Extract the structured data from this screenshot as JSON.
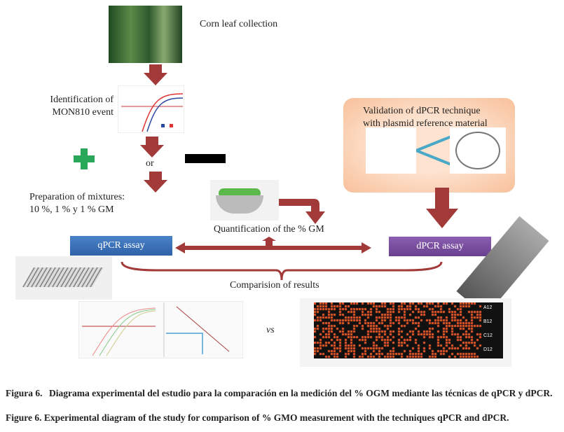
{
  "steps": {
    "collection": "Corn leaf collection",
    "identification": "Identification of\nMON810 event",
    "or": "or",
    "preparation_line1": "Preparation of mixtures:",
    "preparation_line2": "10 %, 1 % y 1 % GM",
    "quantification": "Quantification of the % GM",
    "validation_line1": "Validation of dPCR technique",
    "validation_line2": "with plasmid reference material",
    "qpcr": "qPCR assay",
    "dpcr": "dPCR assay",
    "comparison": "Comparision of results",
    "vs": "vs"
  },
  "heatmap_labels": [
    "A12",
    "B12",
    "C12",
    "D12"
  ],
  "caption": {
    "es_label": "Figura 6.",
    "es_text": "Diagrama experimental del estudio para la comparación en la medición del % OGM mediante las técnicas de qPCR y dPCR.",
    "en_label": "Figure 6.",
    "en_text": "Experimental diagram of the study for comparison of % GMO measurement with the techniques qPCR and dPCR."
  },
  "colors": {
    "arrow": "#a33a3a",
    "qpcr_box": "#3d72b8",
    "dpcr_box": "#7a4fa0",
    "plus": "#2aa85a",
    "validation_bg": "#f8c9a8"
  }
}
